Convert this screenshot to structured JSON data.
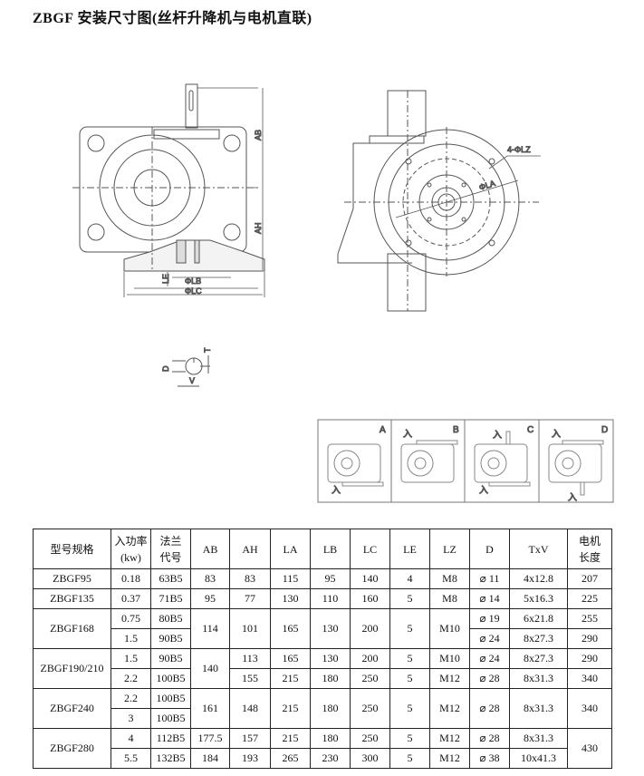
{
  "title": "ZBGF 安装尺寸图(丝杆升降机与电机直联)",
  "drawing_labels": {
    "ab": "AB",
    "ah": "AH",
    "lb": "ΦLB",
    "lc": "ΦLC",
    "le": "LE",
    "lz": "4-ΦLZ",
    "la": "ΦLA",
    "d": "D",
    "t": "T",
    "v": "V",
    "input": "入"
  },
  "mount_types": [
    "A",
    "B",
    "C",
    "D"
  ],
  "table": {
    "headers": {
      "model": "型号规格",
      "power1": "入功率",
      "power2": "(kw)",
      "flange1": "法兰",
      "flange2": "代号",
      "ab": "AB",
      "ah": "AH",
      "la": "LA",
      "lb": "LB",
      "lc": "LC",
      "le": "LE",
      "lz": "LZ",
      "d": "D",
      "txv": "TxV",
      "motor1": "电机",
      "motor2": "长度"
    },
    "rows": [
      {
        "model": "ZBGF95",
        "power": "0.18",
        "flange": "63B5",
        "ab": "83",
        "ah": "83",
        "la": "115",
        "lb": "95",
        "lc": "140",
        "le": "4",
        "lz": "M8",
        "d": "⌀ 11",
        "txv": "4x12.8",
        "motor": "207"
      },
      {
        "model": "ZBGF135",
        "power": "0.37",
        "flange": "71B5",
        "ab": "95",
        "ah": "77",
        "la": "130",
        "lb": "110",
        "lc": "160",
        "le": "5",
        "lz": "M8",
        "d": "⌀ 14",
        "txv": "5x16.3",
        "motor": "225"
      },
      {
        "model": "ZBGF168",
        "power": "0.75",
        "flange": "80B5",
        "ab": "114",
        "ah": "101",
        "la": "165",
        "lb": "130",
        "lc": "200",
        "le": "5",
        "lz": "M10",
        "d": "⌀ 19",
        "txv": "6x21.8",
        "motor": "255"
      },
      {
        "power": "1.5",
        "flange": "90B5",
        "d": "⌀ 24",
        "txv": "8x27.3",
        "motor": "290"
      },
      {
        "model": "ZBGF190/210",
        "power": "1.5",
        "flange": "90B5",
        "ab": "140",
        "ah": "113",
        "la": "165",
        "lb": "130",
        "lc": "200",
        "le": "5",
        "lz": "M10",
        "d": "⌀ 24",
        "txv": "8x27.3",
        "motor": "290"
      },
      {
        "power": "2.2",
        "flange": "100B5",
        "ah": "155",
        "la": "215",
        "lb": "180",
        "lc": "250",
        "le": "5",
        "lz": "M12",
        "d": "⌀ 28",
        "txv": "8x31.3",
        "motor": "340"
      },
      {
        "model": "ZBGF240",
        "power": "2.2",
        "flange": "100B5",
        "ab": "161",
        "ah": "148",
        "la": "215",
        "lb": "180",
        "lc": "250",
        "le": "5",
        "lz": "M12",
        "d": "⌀ 28",
        "txv": "8x31.3",
        "motor": "340"
      },
      {
        "power": "3",
        "flange": "100B5"
      },
      {
        "model": "ZBGF280",
        "power": "4",
        "flange": "112B5",
        "ab": "177.5",
        "ah": "157",
        "la": "215",
        "lb": "180",
        "lc": "250",
        "le": "5",
        "lz": "M12",
        "d": "⌀ 28",
        "txv": "8x31.3",
        "motor": "430"
      },
      {
        "power": "5.5",
        "flange": "132B5",
        "ab": "184",
        "ah": "193",
        "la": "265",
        "lb": "230",
        "lc": "300",
        "le": "5",
        "lz": "M12",
        "d": "⌀ 38",
        "txv": "10x41.3"
      }
    ]
  }
}
